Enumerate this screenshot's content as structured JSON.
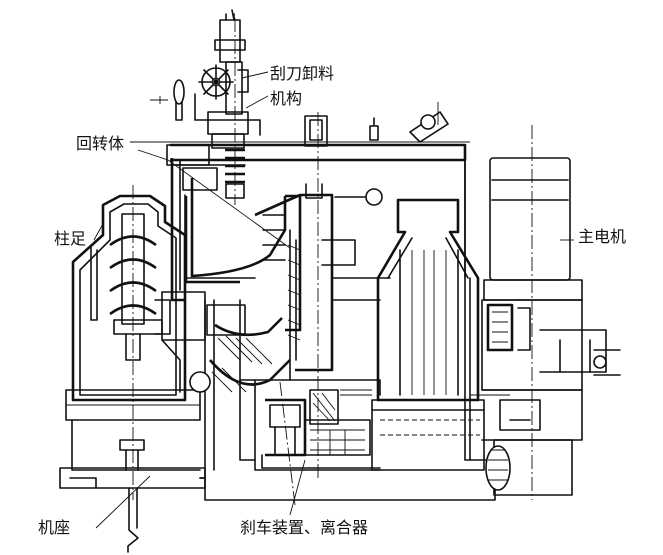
{
  "labels": {
    "scraper_discharge_1": "刮刀卸料",
    "scraper_discharge_2": "机构",
    "rotor": "回转体",
    "column_foot": "柱足",
    "main_motor": "主电机",
    "base": "机座",
    "brake_clutch": "刹车装置、离合器"
  }
}
